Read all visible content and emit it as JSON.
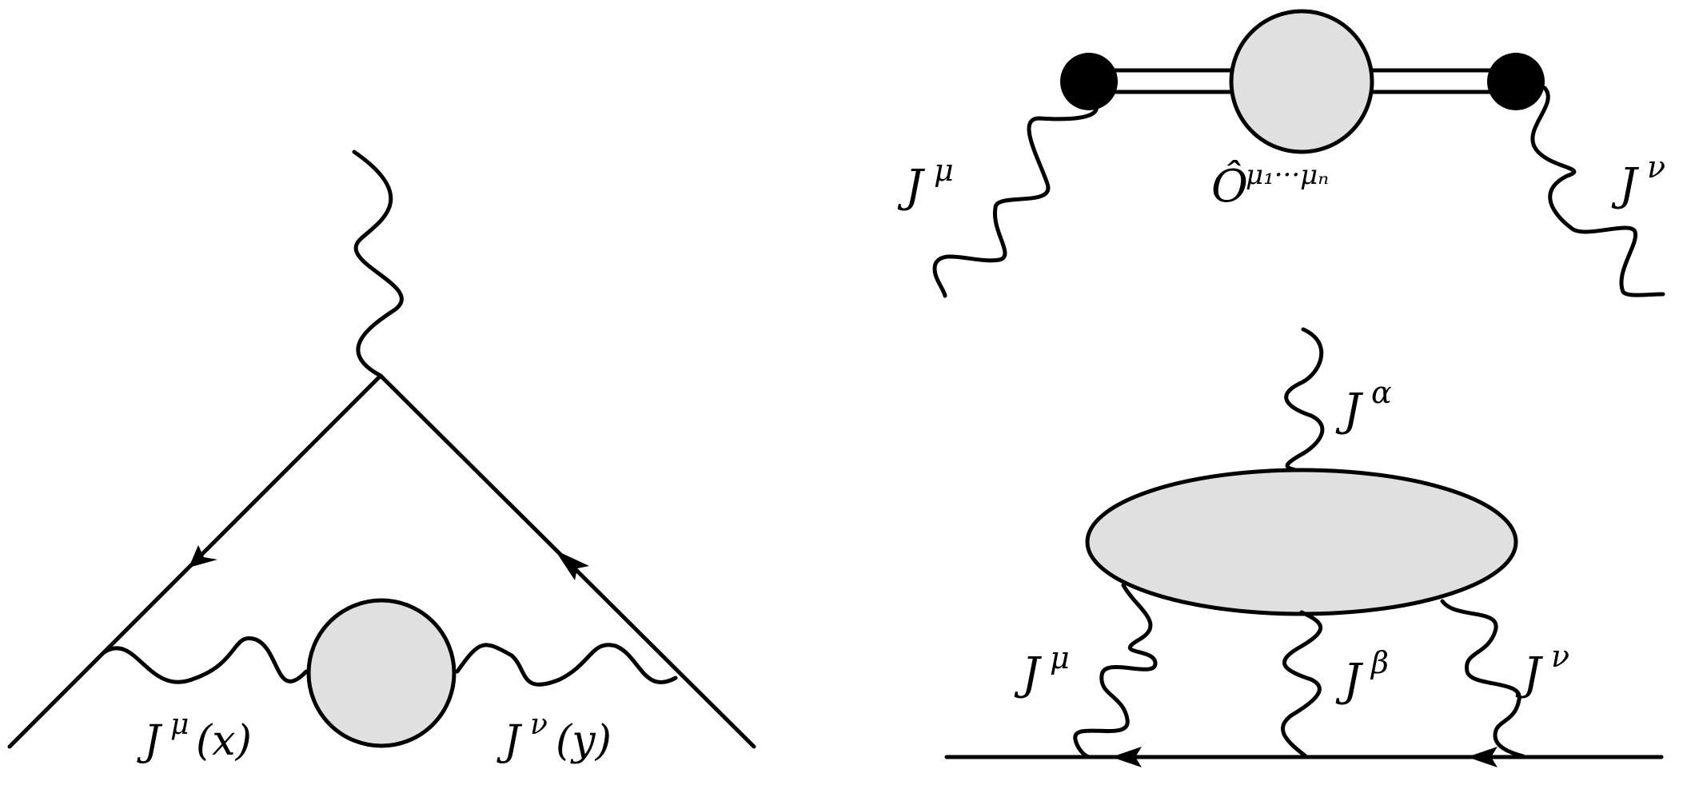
{
  "colors": {
    "stroke": "#000000",
    "blob_fill": "#e0e0e0",
    "background": "#ffffff"
  },
  "left_diagram": {
    "label_mu": {
      "base": "J",
      "sup": "μ",
      "arg": "(x)"
    },
    "label_nu": {
      "base": "J",
      "sup": "ν",
      "arg": "(y)"
    }
  },
  "top_right_diagram": {
    "label_mu": {
      "base": "J",
      "sup": "μ"
    },
    "label_nu": {
      "base": "J",
      "sup": "ν"
    },
    "operator": {
      "base": "Ô",
      "sup": "μ₁···μₙ"
    }
  },
  "bottom_right_diagram": {
    "label_alpha": {
      "base": "J",
      "sup": "α"
    },
    "label_mu": {
      "base": "J",
      "sup": "μ"
    },
    "label_beta": {
      "base": "J",
      "sup": "β"
    },
    "label_nu": {
      "base": "J",
      "sup": "ν"
    }
  }
}
